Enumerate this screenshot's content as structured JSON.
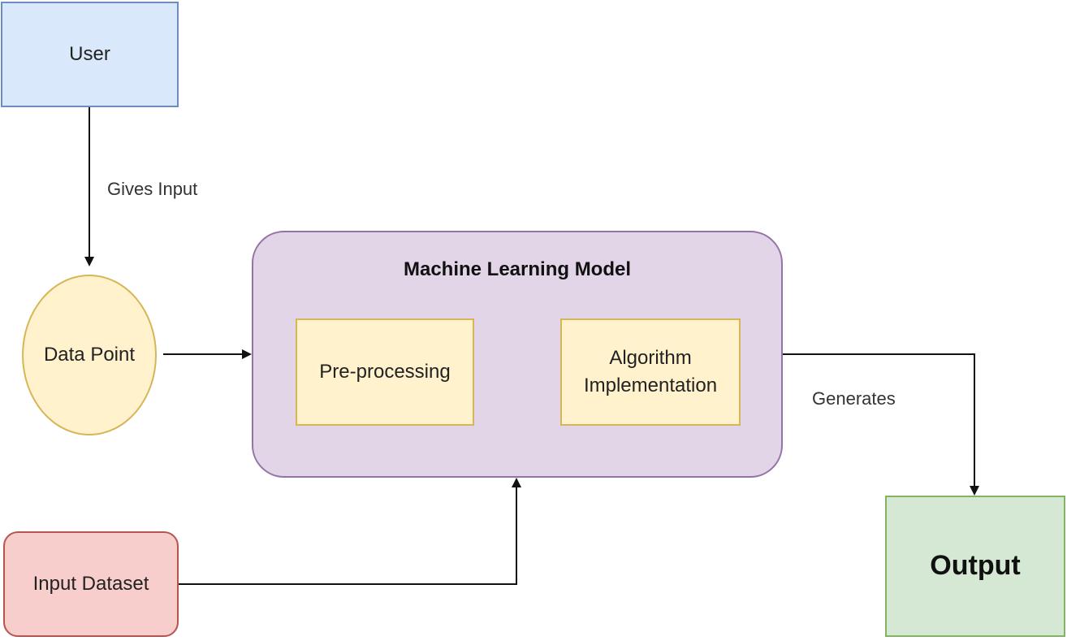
{
  "nodes": {
    "user": "User",
    "data_point": "Data Point",
    "model_title": "Machine Learning Model",
    "preprocessing": "Pre-processing",
    "algorithm_line1": "Algorithm",
    "algorithm_line2": "Implementation",
    "input_dataset": "Input Dataset",
    "output": "Output"
  },
  "edges": {
    "gives_input": "Gives Input",
    "generates": "Generates"
  },
  "colors": {
    "user_fill": "#dae8fc",
    "data_point_fill": "#fff2cc",
    "model_fill": "#e1d5e7",
    "step_fill": "#fff2cc",
    "input_dataset_fill": "#f8cecc",
    "output_fill": "#d5e8d4"
  }
}
